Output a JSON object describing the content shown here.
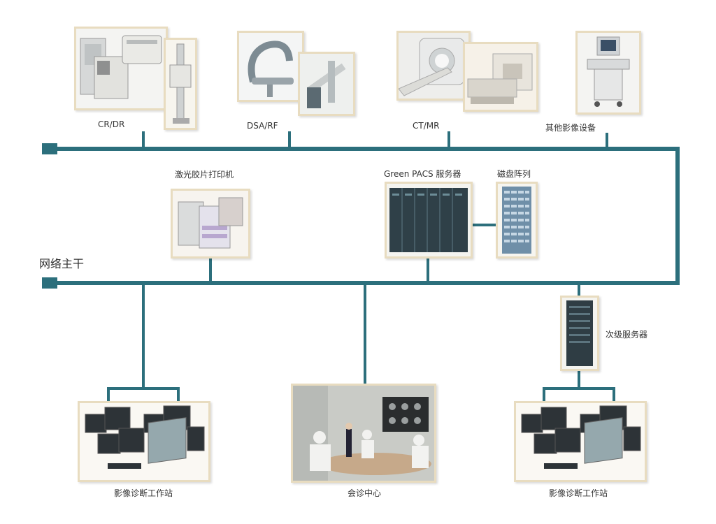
{
  "backbone_label": "网络主干",
  "devices": {
    "cr_dr": "CR/DR",
    "dsa_rf": "DSA/RF",
    "ct_mr": "CT/MR",
    "other_imaging": "其他影像设备",
    "laser_printer": "激光胶片打印机",
    "pacs_server": "Green PACS 服务器",
    "disk_array": "磁盘阵列",
    "secondary_server": "次级服务器",
    "workstation_left": "影像诊断工作站",
    "consultation_center": "会诊中心",
    "workstation_right": "影像诊断工作站"
  },
  "colors": {
    "bus": "#2c6f7c",
    "frame_border": "#e8dcc0",
    "frame_fill": "#fbf6ec"
  }
}
